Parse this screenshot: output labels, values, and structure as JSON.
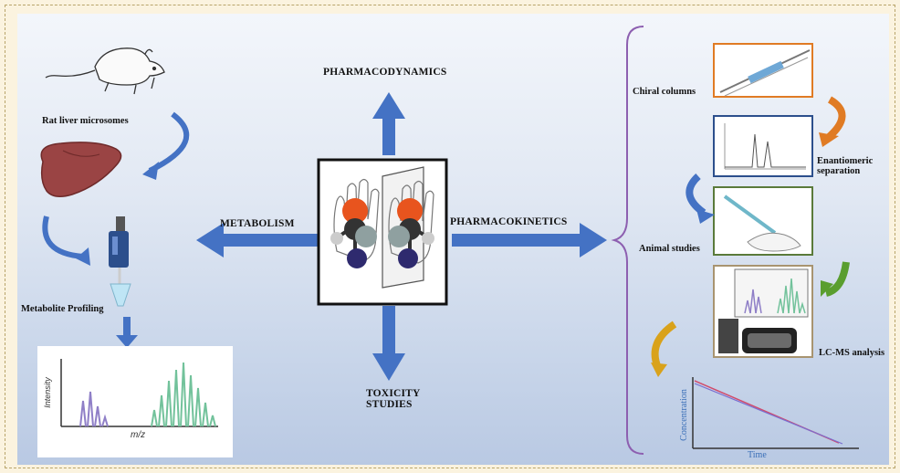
{
  "labels": {
    "pharmacodynamics": "PHARMACODYNAMICS",
    "metabolism": "METABOLISM",
    "pharmacokinetics": "PHARMACOKINETICS",
    "toxicity_line1": "TOXICITY",
    "toxicity_line2": "STUDIES",
    "rat_liver_microsomes": "Rat liver microsomes",
    "metabolite_profiling": "Metabolite Profiling",
    "chiral_columns": "Chiral columns",
    "enantiomeric_line1": "Enantiomeric",
    "enantiomeric_line2": "separation",
    "animal_studies": "Animal studies",
    "lcms_analysis": "LC-MS analysis"
  },
  "spectrum_plot": {
    "ylabel": "Intensity",
    "xlabel": "m/z"
  },
  "concentration_plot": {
    "ylabel": "Concentration",
    "xlabel": "Time"
  },
  "colors": {
    "arrow_blue": "#4472c4",
    "curl_orange": "#e07b24",
    "curl_green": "#5a9e2f",
    "curl_gold": "#d9a21b",
    "brace_purple": "#8d5fb0",
    "spectrum_purple": "#8f7fc7",
    "spectrum_green": "#72c29b"
  },
  "icons": [
    "rat-icon",
    "liver-icon",
    "pipette-icon",
    "chiral-molecule-mirror-icon",
    "chiral-column-icon",
    "chromatogram-icon",
    "syringe-rat-icon",
    "lcms-instrument-icon"
  ]
}
